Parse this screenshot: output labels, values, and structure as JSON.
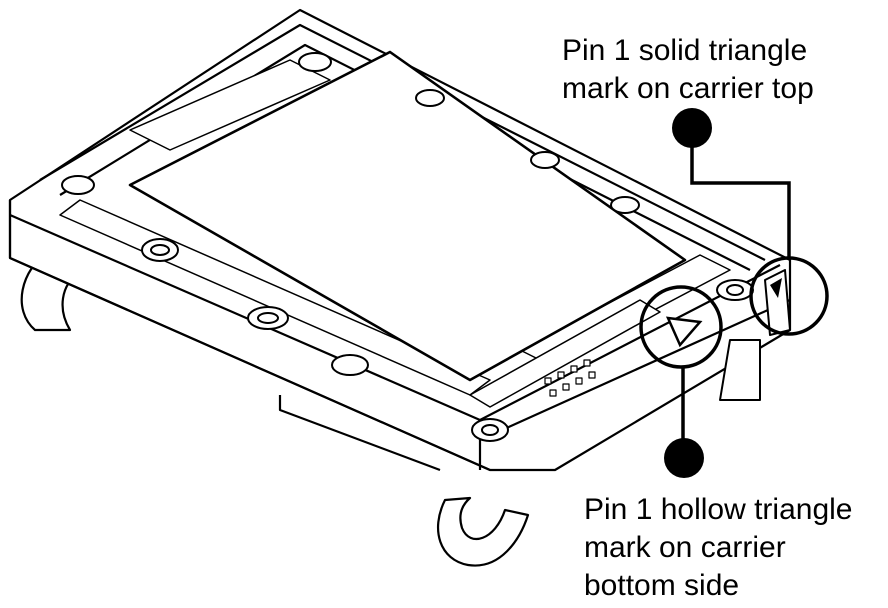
{
  "callouts": [
    {
      "lines": [
        "Pin 1 solid triangle",
        "mark on carrier top"
      ]
    },
    {
      "lines": [
        "Pin 1 hollow triangle",
        "mark on carrier",
        "bottom side"
      ]
    }
  ],
  "colors": {
    "line": "#000000",
    "fill": "#ffffff"
  }
}
